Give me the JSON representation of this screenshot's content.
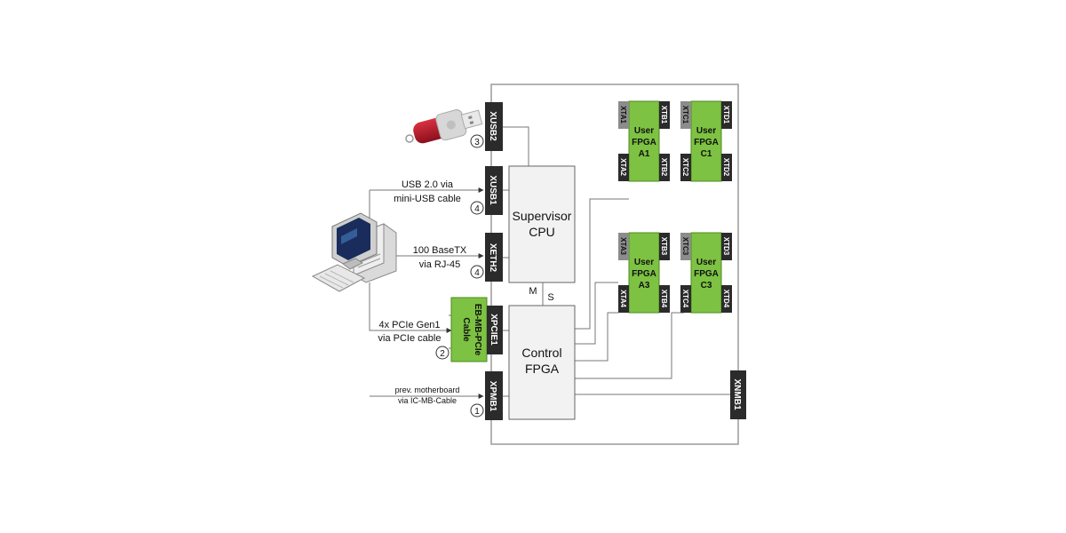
{
  "blocks": {
    "supervisor": {
      "line1": "Supervisor",
      "line2": "CPU"
    },
    "control": {
      "line1": "Control",
      "line2": "FPGA"
    },
    "adapter": {
      "line1": "EB-MB-PCIe",
      "line2": "Cable"
    }
  },
  "bus_labels": {
    "master": "M",
    "slave": "S"
  },
  "left_connectors": [
    {
      "id": "XUSB2",
      "number": "3"
    },
    {
      "id": "XUSB1",
      "number": "4"
    },
    {
      "id": "XETH2",
      "number": "4"
    },
    {
      "id": "XPCIE1",
      "number": "2"
    },
    {
      "id": "XPMB1",
      "number": "1"
    }
  ],
  "right_connector": "XNMB1",
  "user_fpgas": [
    {
      "l1": "User",
      "l2": "FPGA",
      "l3": "A1",
      "tl": "XTA1",
      "tr": "XTB1",
      "bl": "XTA2",
      "br": "XTB2"
    },
    {
      "l1": "User",
      "l2": "FPGA",
      "l3": "C1",
      "tl": "XTC1",
      "tr": "XTD1",
      "bl": "XTC2",
      "br": "XTD2"
    },
    {
      "l1": "User",
      "l2": "FPGA",
      "l3": "A3",
      "tl": "XTA3",
      "tr": "XTB3",
      "bl": "XTA4",
      "br": "XTB4"
    },
    {
      "l1": "User",
      "l2": "FPGA",
      "l3": "C3",
      "tl": "XTC3",
      "tr": "XTD3",
      "bl": "XTC4",
      "br": "XTD4"
    }
  ],
  "links": {
    "usb": [
      "USB 2.0 via",
      "mini-USB cable"
    ],
    "eth": [
      "100 BaseTX",
      "via RJ-45"
    ],
    "pcie": [
      "4x PCIe Gen1",
      "via PCIe cable"
    ],
    "prev": [
      "prev. motherboard",
      "via IC-MB-Cable"
    ]
  },
  "colors": {
    "fpga_green": "#7dc242",
    "connector_dark": "#2b2b2b",
    "connector_gray": "#8c8c8c",
    "line": "#777777"
  }
}
